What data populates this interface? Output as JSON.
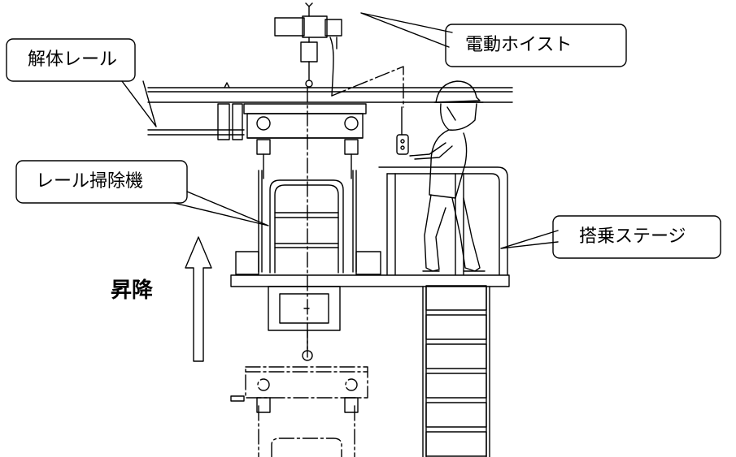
{
  "labels": {
    "hoist": "電動ホイスト",
    "rail": "解体レール",
    "cleaner": "レール掃除機",
    "stage": "搭乗ステージ",
    "lift": "昇降"
  }
}
